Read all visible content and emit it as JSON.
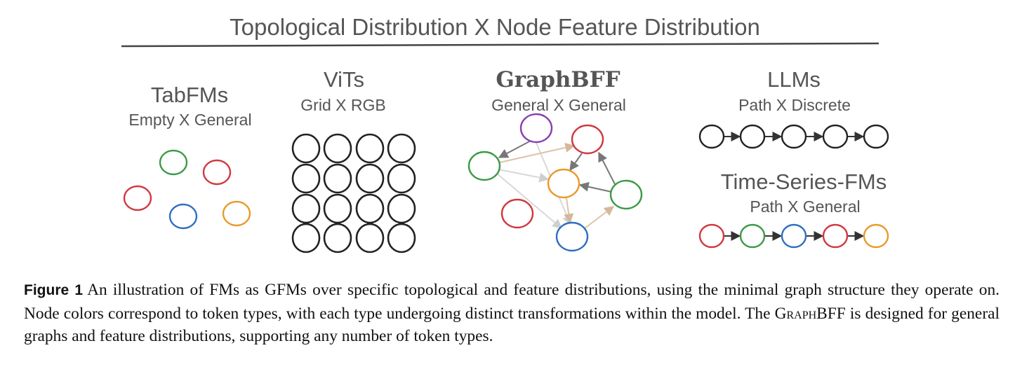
{
  "figure": {
    "header": "Topological Distribution X Node Feature Distribution",
    "panels": {
      "tabfms": {
        "title": "TabFMs",
        "subtitle": "Empty X General"
      },
      "vits": {
        "title": "ViTs",
        "subtitle": "Grid X RGB"
      },
      "graphbff": {
        "title": "GraphBFF",
        "subtitle": "General X General"
      },
      "llms": {
        "title": "LLMs",
        "subtitle": "Path X Discrete"
      },
      "tsfms": {
        "title": "Time-Series-FMs",
        "subtitle": "Path X General"
      }
    },
    "colors": {
      "red": "#d0393f",
      "green": "#3c9a47",
      "blue": "#2f6fbf",
      "orange": "#e89a2b",
      "purple": "#8a3fb0",
      "black": "#222222",
      "edge_gray": "#777777",
      "edge_light": "#d8d8d8",
      "edge_tan": "#dcc4a8"
    },
    "node_colors": {
      "tabfms": [
        "green",
        "red",
        "red",
        "blue",
        "orange"
      ],
      "vits_grid": "black",
      "graphbff": [
        "purple",
        "red",
        "green",
        "orange",
        "green",
        "red",
        "blue"
      ],
      "llms": [
        "black",
        "black",
        "black",
        "black",
        "black"
      ],
      "tsfms": [
        "red",
        "green",
        "blue",
        "red",
        "orange"
      ]
    }
  },
  "caption": {
    "label": "Figure 1",
    "text_part1": "An illustration of FMs as GFMs over specific topological and feature distributions, using the minimal graph structure they operate on. Node colors correspond to token types, with each type undergoing distinct transformations within the model. The ",
    "smallcaps": "GraphBFF",
    "text_part2": " is designed for general graphs and feature distributions, supporting any number of token types."
  }
}
